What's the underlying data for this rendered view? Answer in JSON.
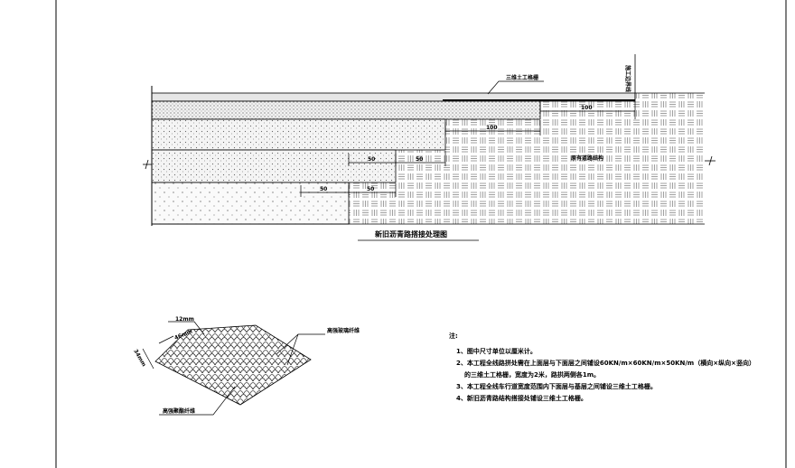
{
  "section": {
    "title": "新旧沥青路搭接处理图",
    "geogrid_label": "三维土工格栅",
    "boundary_label": "施工边界线",
    "existing_label": "原有道路结构",
    "dims": {
      "d100_top": "100",
      "d100_mid": "100",
      "d50_a": "50",
      "d50_b": "50",
      "d50_c": "50",
      "d50_d": "50"
    }
  },
  "mesh": {
    "top_dim": "12mm",
    "inner_dim": "46mm",
    "side_dim": "34mm",
    "right_label": "高强玻璃纤维",
    "bottom_label": "高强聚酯纤维"
  },
  "notes": {
    "heading": "注:",
    "item1": "1、图中尺寸单位以厘米计。",
    "item2_line1": "2、本工程全线路拼处需在上面层与下面层之间铺设60KN/m×60KN/m×50KN/m（横向×纵向×竖向）",
    "item2_line2": "的三维土工格栅，宽度为2米，路拱两侧各1m。",
    "item3": "3、本工程全线车行道宽度范围内下面层与基层之间铺设三维土工格栅。",
    "item4": "4、新旧沥青路结构搭接处铺设三维土工格栅。"
  },
  "colors": {
    "line": "#000000",
    "background": "#ffffff"
  }
}
